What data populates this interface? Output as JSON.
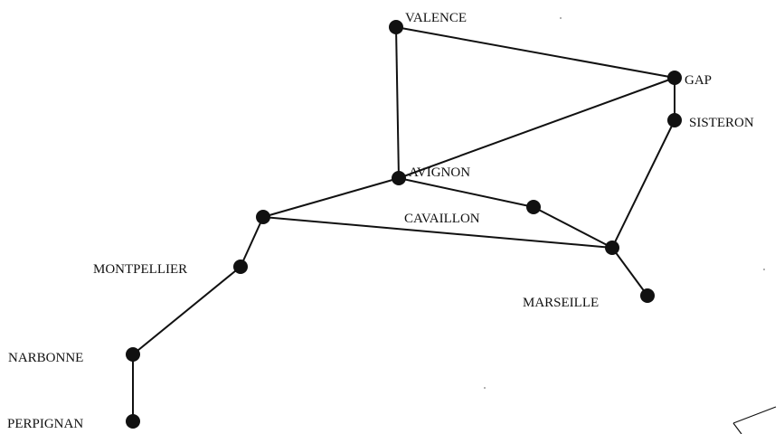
{
  "diagram": {
    "nodes": [
      {
        "id": "valence",
        "label": "VALENCE"
      },
      {
        "id": "gap",
        "label": "GAP"
      },
      {
        "id": "sisteron",
        "label": "SISTERON"
      },
      {
        "id": "avignon",
        "label": "AVIGNON"
      },
      {
        "id": "cavaillon",
        "label": "CAVAILLON"
      },
      {
        "id": "junction",
        "label": ""
      },
      {
        "id": "marseille-junction",
        "label": ""
      },
      {
        "id": "marseille",
        "label": "MARSEILLE"
      },
      {
        "id": "montpellier",
        "label": "MONTPELLIER"
      },
      {
        "id": "narbonne",
        "label": "NARBONNE"
      },
      {
        "id": "perpignan",
        "label": "PERPIGNAN"
      }
    ],
    "edges": [
      [
        "valence",
        "gap"
      ],
      [
        "valence",
        "avignon"
      ],
      [
        "avignon",
        "gap"
      ],
      [
        "gap",
        "sisteron"
      ],
      [
        "sisteron",
        "marseille-junction"
      ],
      [
        "avignon",
        "cavaillon"
      ],
      [
        "cavaillon",
        "marseille-junction"
      ],
      [
        "marseille-junction",
        "marseille"
      ],
      [
        "avignon",
        "junction"
      ],
      [
        "junction",
        "marseille-junction"
      ],
      [
        "junction",
        "montpellier"
      ],
      [
        "montpellier",
        "narbonne"
      ],
      [
        "narbonne",
        "perpignan"
      ]
    ]
  }
}
